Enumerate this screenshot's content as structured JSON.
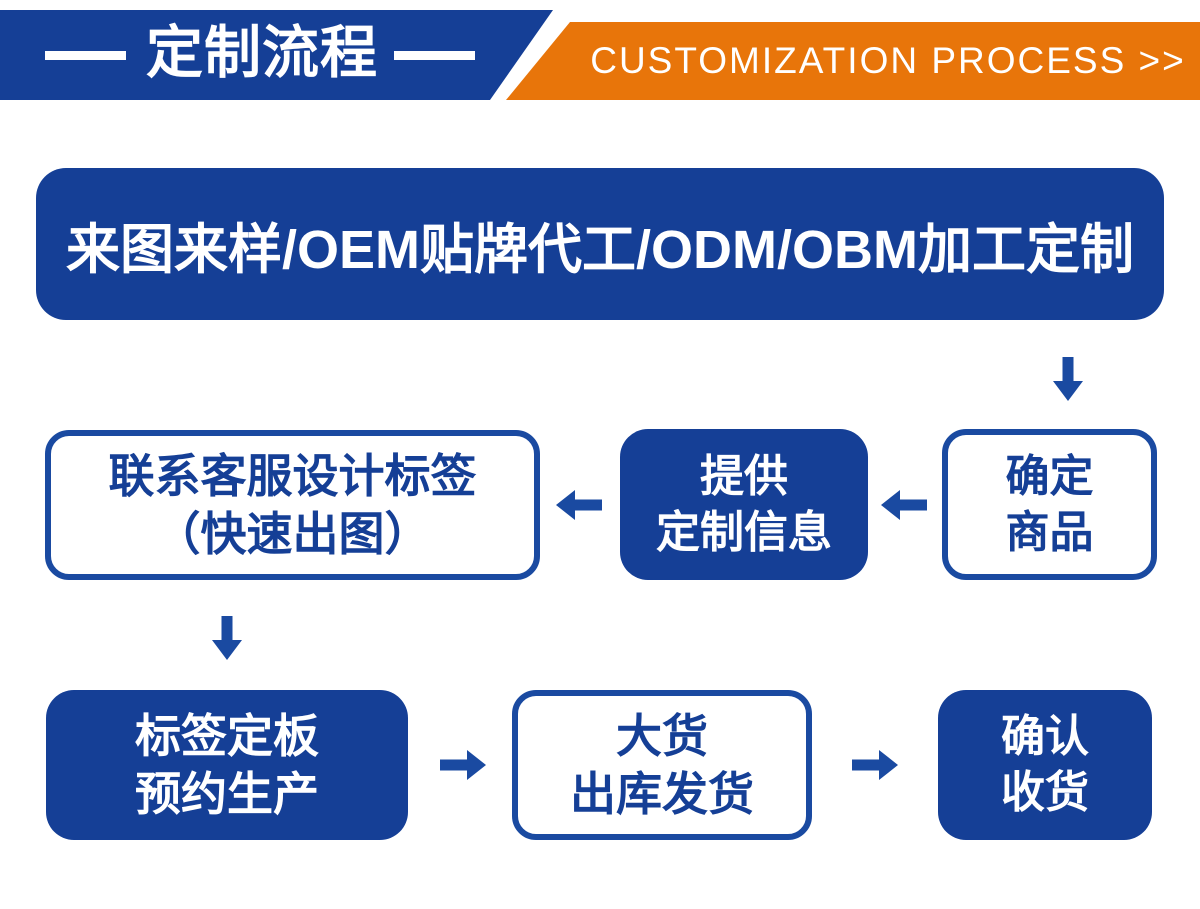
{
  "colors": {
    "primary_blue": "#153F96",
    "border_blue": "#1A4AA1",
    "orange": "#E8750A",
    "white": "#FFFFFF"
  },
  "header": {
    "title": "定制流程",
    "subtitle": "CUSTOMIZATION PROCESS >>"
  },
  "banner": {
    "text": "来图来样/OEM贴牌代工/ODM/OBM加工定制"
  },
  "flow": {
    "steps": [
      {
        "name": "confirm-product",
        "variant": "outline",
        "lines": [
          "确定",
          "商品"
        ]
      },
      {
        "name": "provide-custom-info",
        "variant": "filled",
        "lines": [
          "提供",
          "定制信息"
        ]
      },
      {
        "name": "contact-service-design",
        "variant": "outline",
        "lines": [
          "联系客服设计标签",
          "（快速出图）"
        ]
      },
      {
        "name": "label-plate-production",
        "variant": "filled",
        "lines": [
          "标签定板",
          "预约生产"
        ]
      },
      {
        "name": "bulk-outbound-shipping",
        "variant": "outline",
        "lines": [
          "大货",
          "出库发货"
        ]
      },
      {
        "name": "confirm-receipt",
        "variant": "filled",
        "lines": [
          "确认",
          "收货"
        ]
      }
    ]
  }
}
